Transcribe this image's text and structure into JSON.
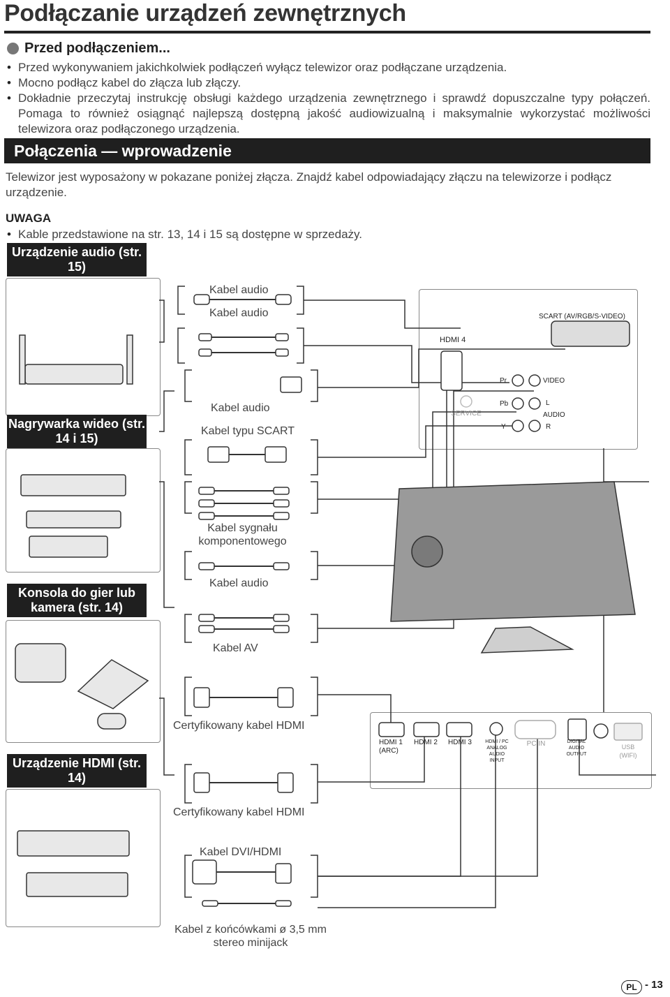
{
  "title": "Podłączanie urządzeń zewnętrznych",
  "before": {
    "heading": "Przed podłączeniem...",
    "bullets": [
      "Przed wykonywaniem jakichkolwiek podłączeń wyłącz telewizor oraz podłączane urządzenia.",
      "Mocno podłącz kabel do złącza lub złączy.",
      "Dokładnie przeczytaj instrukcję obsługi każdego urządzenia zewnętrznego i sprawdź dopuszczalne typy połączeń. Pomaga to również osiągnąć najlepszą dostępną jakość audiowizualną i maksymalnie wykorzystać możliwości telewizora oraz podłączonego urządzenia."
    ]
  },
  "intro": {
    "heading": "Połączenia — wprowadzenie",
    "text": "Telewizor jest wyposażony w pokazane poniżej złącza. Znajdź kabel odpowiadający złączu na telewizorze i podłącz urządzenie."
  },
  "note": {
    "heading": "UWAGA",
    "bullets": [
      "Kable przedstawione na str. 13, 14 i 15 są dostępne w sprzedaży."
    ]
  },
  "devices": {
    "audio": "Urządzenie audio (str. 15)",
    "recorder": "Nagrywarka wideo (str. 14 i 15)",
    "console": "Konsola do gier lub kamera (str. 14)",
    "hdmi": "Urządzenie HDMI (str. 14)"
  },
  "cables": {
    "audio1": "Kabel audio",
    "audio2": "Kabel audio",
    "audio3": "Kabel audio",
    "scart": "Kabel typu SCART",
    "component": "Kabel sygnału komponentowego",
    "audio4": "Kabel audio",
    "av": "Kabel AV",
    "hdmi1": "Certyfikowany kabel HDMI",
    "hdmi2": "Certyfikowany kabel HDMI",
    "dvi": "Kabel DVI/HDMI",
    "minijack": "Kabel z końcówkami ø 3,5 mm stereo minijack"
  },
  "ports": {
    "scart": "SCART (AV/RGB/S-VIDEO)",
    "hdmi4": "HDMI 4",
    "pr": "Pr",
    "video": "VIDEO",
    "pb": "Pb",
    "y": "Y",
    "l": "L",
    "audio": "AUDIO",
    "r": "R",
    "service": "SERVICE",
    "hdmi1": "HDMI 1 (ARC)",
    "hdmi2": "HDMI 2",
    "hdmi3": "HDMI 3",
    "hdmi_pc": "HDMI / PC ANALOG AUDIO INPUT",
    "pc_in": "PC IN",
    "digital_audio": "DIGITAL AUDIO OUTPUT",
    "usb": "USB (WIFI)"
  },
  "footer": {
    "badge": "PL",
    "page": "- 13"
  },
  "colors": {
    "label_bg": "#1f1f1f",
    "line": "#333333",
    "frame": "#888888"
  }
}
